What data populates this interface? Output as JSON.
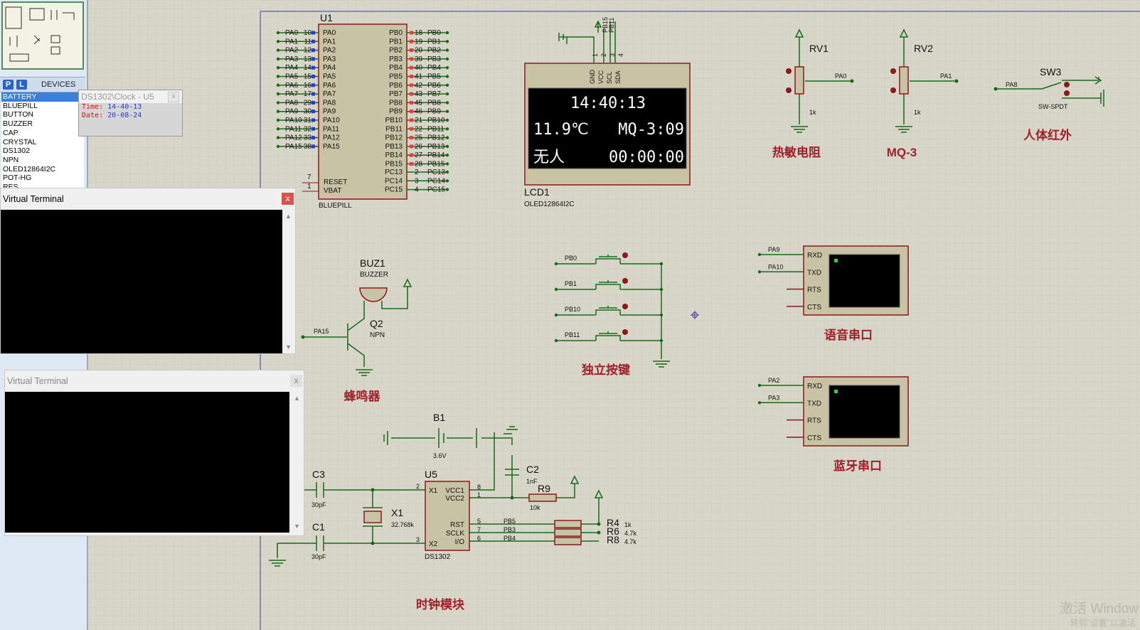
{
  "sidebar": {
    "tab_p": "P",
    "tab_l": "L",
    "title": "DEVICES",
    "devices": [
      "BATTERY",
      "BLUEPILL",
      "BUTTON",
      "BUZZER",
      "CAP",
      "CRYSTAL",
      "DS1302",
      "NPN",
      "OLED12864I2C",
      "POT-HG",
      "RES"
    ],
    "selected": "BATTERY"
  },
  "popup": {
    "title": "DS1302\\Clock - U5",
    "time_key": "Time:",
    "time_value": "14-40-13",
    "date_key": "Date:",
    "date_value": "20-08-24",
    "close": "x"
  },
  "terminals": [
    {
      "title": "Virtual Terminal",
      "close": "x",
      "active": true
    },
    {
      "title": "Virtual Terminal",
      "close": "x",
      "active": false
    }
  ],
  "schematic": {
    "u1": {
      "ref": "U1",
      "part": "BLUEPILL",
      "left_ext": [
        "PA0",
        "PA1",
        "PA2",
        "PA3",
        "PA4",
        "PA5",
        "PA6",
        "PA7",
        "PA8",
        "PA9",
        "PA10",
        "PA11",
        "PA12",
        "PA15"
      ],
      "left_num": [
        "10",
        "11",
        "12",
        "13",
        "14",
        "15",
        "16",
        "17",
        "29",
        "30",
        "31",
        "32",
        "33",
        "38"
      ],
      "left_int": [
        "PA0",
        "PA1",
        "PA2",
        "PA3",
        "PA4",
        "PA5",
        "PA6",
        "PA7",
        "PA8",
        "PA9",
        "PA10",
        "PA11",
        "PA12",
        "PA15"
      ],
      "right_int": [
        "PB0",
        "PB1",
        "PB2",
        "PB3",
        "PB4",
        "PB5",
        "PB6",
        "PB7",
        "PB8",
        "PB9",
        "PB10",
        "PB11",
        "PB12",
        "PB13",
        "PB14",
        "PB15"
      ],
      "right_num": [
        "18",
        "19",
        "20",
        "39",
        "40",
        "41",
        "42",
        "43",
        "45",
        "46",
        "21",
        "22",
        "25",
        "26",
        "27",
        "28"
      ],
      "right_ext": [
        "PB0",
        "PB1",
        "PB2",
        "PB3",
        "PB4",
        "PB5",
        "PB6",
        "PB7",
        "PB8",
        "PB9",
        "PB10",
        "PB11",
        "PB12",
        "PB13",
        "PB14",
        "PB15"
      ],
      "reset": "RESET",
      "vbat": "VBAT",
      "reset_num": "7",
      "vbat_num": "1",
      "pc_int": [
        "PC13",
        "PC14",
        "PC15"
      ],
      "pc_num": [
        "2",
        "3",
        "4"
      ],
      "pc_ext": [
        "PC13",
        "PC14",
        "PC15"
      ]
    },
    "lcd": {
      "ref": "LCD1",
      "part": "OLED12864I2C",
      "pins": [
        "GND",
        "VCC",
        "SCL",
        "SDA"
      ],
      "pin_nums": [
        "1",
        "2",
        "3",
        "4"
      ],
      "nets": [
        "PB15",
        "PB11"
      ],
      "line1": "14:40:13",
      "line2_left": "11.9℃",
      "line2_right": "MQ-3:09",
      "line3_left": "无人",
      "line3_right": "00:00:00"
    },
    "rv1": {
      "ref": "RV1",
      "value": "1k",
      "net": "PA0",
      "caption": "热敏电阻"
    },
    "rv2": {
      "ref": "RV2",
      "value": "1k",
      "net": "PA1",
      "caption": "MQ-3"
    },
    "sw3": {
      "ref": "SW3",
      "part": "SW-SPDT",
      "net": "PA8",
      "caption": "人体红外"
    },
    "buzzer": {
      "ref": "BUZ1",
      "part": "BUZZER",
      "q_ref": "Q2",
      "q_part": "NPN",
      "net": "PA15",
      "caption": "蜂鸣器"
    },
    "buttons": {
      "nets": [
        "PB0",
        "PB1",
        "PB10",
        "PB11"
      ],
      "caption": "独立按键"
    },
    "uart_voice": {
      "pins": [
        "RXD",
        "TXD",
        "RTS",
        "CTS"
      ],
      "nets": [
        "PA9",
        "PA10"
      ],
      "caption": "语音串口"
    },
    "uart_bt": {
      "pins": [
        "RXD",
        "TXD",
        "RTS",
        "CTS"
      ],
      "nets": [
        "PA2",
        "PA3"
      ],
      "caption": "蓝牙串口"
    },
    "clock": {
      "caption": "时钟模块",
      "b1": "B1",
      "b1_val": "3.6V",
      "c3": "C3",
      "c3_val": "30pF",
      "c1": "C1",
      "c1_val": "30pF",
      "x1": "X1",
      "x1_val": "32.768k",
      "c2": "C2",
      "c2_val": "1nF",
      "r9": "R9",
      "r9_val": "10k",
      "u5": "U5",
      "u5_part": "DS1302",
      "u5_left": [
        "X1",
        "X2"
      ],
      "u5_left_num": [
        "2",
        "3"
      ],
      "u5_right": [
        "VCC1",
        "VCC2",
        "RST",
        "SCLK",
        "I/O"
      ],
      "u5_right_num": [
        "8",
        "1",
        "5",
        "7",
        "6"
      ],
      "nets": [
        "PB5",
        "PB3",
        "PB4"
      ],
      "r4": "R4",
      "r6": "R6",
      "r8": "R8",
      "r4_val": "1k",
      "r6_val": "4.7k",
      "r8_val": "4.7k"
    }
  },
  "watermark": {
    "line1": "激活 Window",
    "line2": "转到\"设置\"以激活"
  }
}
